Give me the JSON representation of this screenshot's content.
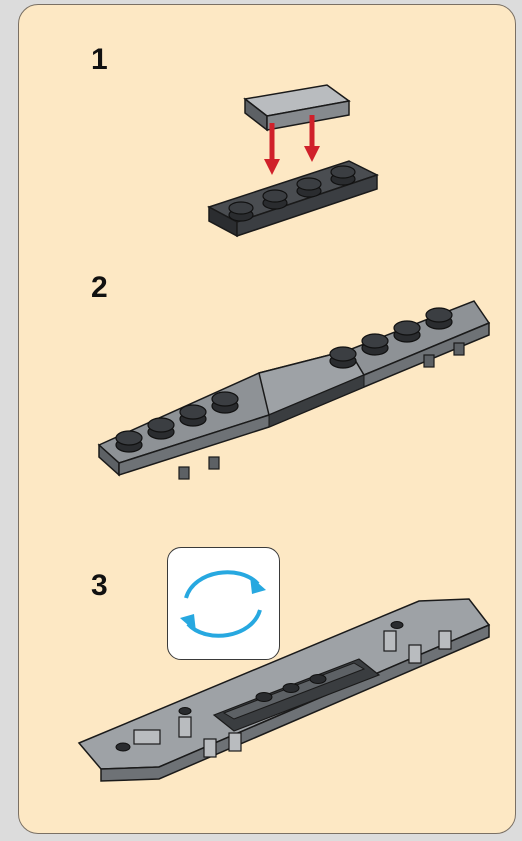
{
  "steps": [
    {
      "number": "1",
      "action": "attach",
      "icon": "attach-arrows-icon"
    },
    {
      "number": "2",
      "action": "result",
      "icon": "none"
    },
    {
      "number": "3",
      "action": "rotate",
      "icon": "rotate-model-icon"
    }
  ],
  "colors": {
    "panel_background": "#fde8c4",
    "brick_gray": "#8e9296",
    "brick_dark": "#2e3033",
    "arrow_red": "#d0202a",
    "rotate_blue": "#27a8e0"
  }
}
